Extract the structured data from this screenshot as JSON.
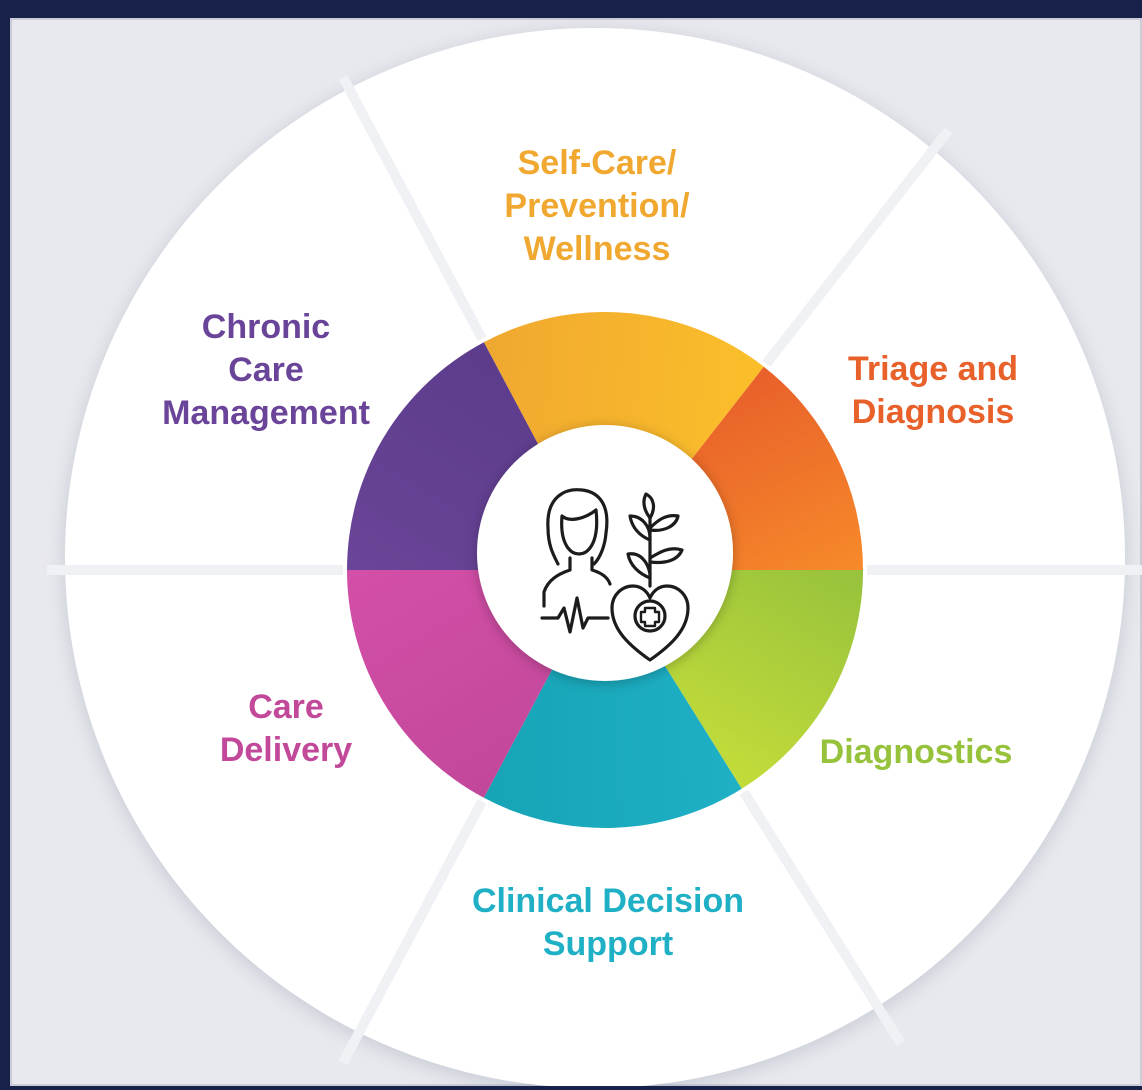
{
  "diagram": {
    "center_icon": "person-heart-plant-icon",
    "segments": [
      {
        "key": "selfcare",
        "lines": [
          "Self-Care/",
          "Prevention/",
          "Wellness"
        ],
        "color": "#f0a830",
        "color2": "#fbbf2a"
      },
      {
        "key": "triage",
        "lines": [
          "Triage and",
          "Diagnosis"
        ],
        "color": "#e8602a",
        "color2": "#f78a2a"
      },
      {
        "key": "diagnostics",
        "lines": [
          "Diagnostics"
        ],
        "color": "#97c23c",
        "color2": "#c3dc3a"
      },
      {
        "key": "clinical",
        "lines": [
          "Clinical Decision",
          "Support"
        ],
        "color": "#1fb0c6",
        "color2": "#16a4b6"
      },
      {
        "key": "delivery",
        "lines": [
          "Care",
          "Delivery"
        ],
        "color": "#c2489a",
        "color2": "#d44fa8"
      },
      {
        "key": "chronic",
        "lines": [
          "Chronic",
          "Care",
          "Management"
        ],
        "color": "#6a4498",
        "color2": "#5c3c8c"
      }
    ]
  }
}
